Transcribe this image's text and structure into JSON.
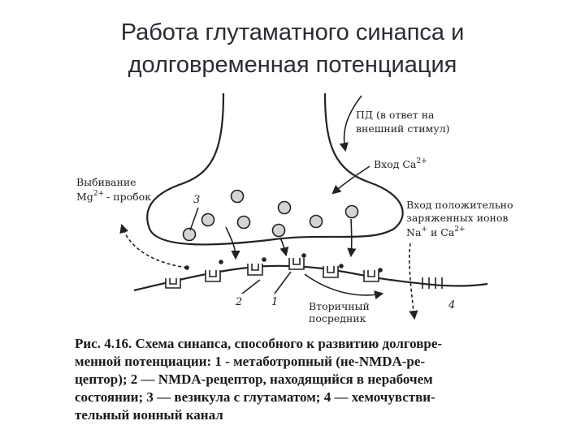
{
  "title": {
    "line1": "Работа глутаматного синапса и",
    "line2": "долговременная потенциация"
  },
  "labels": {
    "pd1": "ПД (в ответ на",
    "pd2": "внешний стимул)",
    "ca_in": "Вход Ca",
    "ca_sup": "2+",
    "knock1": "Выбивание",
    "knock2_mg": "Mg",
    "knock2_sup": "2+",
    "knock2_rest": "- пробок",
    "pos1": "Вход положительно",
    "pos2": "заряженных ионов",
    "pos3_na": "Na",
    "pos3_na_sup": "+",
    "pos3_and": "и Ca",
    "pos3_ca_sup": "2+",
    "second1": "Вторичный",
    "second2": "посредник",
    "n1": "1",
    "n2": "2",
    "n3": "3",
    "n4": "4"
  },
  "caption": {
    "line1": "Рис. 4.16. Схема синапса, способного к развитию долговре-",
    "line2": "менной потенциации: 1 - метаботропный (не-NMDA-ре-",
    "line3": "цептор); 2 — NMDA-рецептор, находящийся в нерабочем",
    "line4": "состоянии; 3 — везикула с глутаматом; 4 — хемочувстви-",
    "line5": "тельный ионный канал"
  }
}
